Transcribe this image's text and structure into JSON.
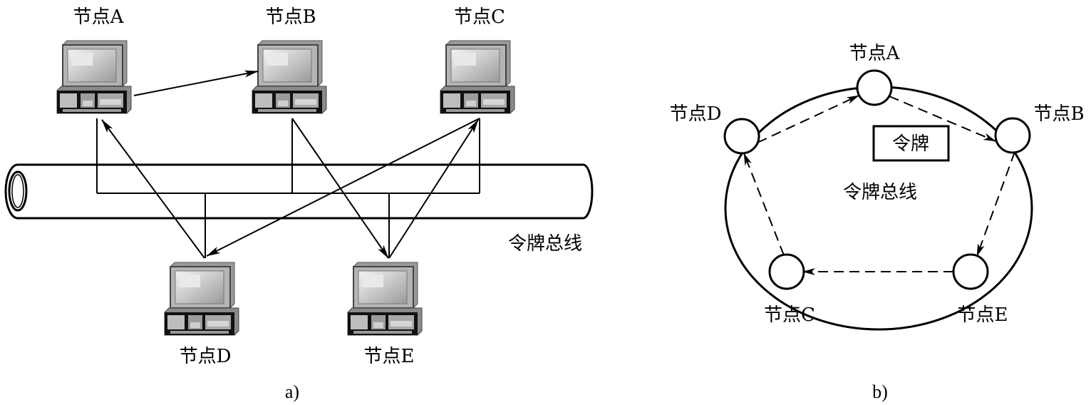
{
  "panel_a": {
    "caption": "a)",
    "bus_label": "令牌总线",
    "nodes": [
      {
        "id": "A",
        "label": "节点A"
      },
      {
        "id": "B",
        "label": "节点B"
      },
      {
        "id": "C",
        "label": "节点C"
      },
      {
        "id": "D",
        "label": "节点D"
      },
      {
        "id": "E",
        "label": "节点E"
      }
    ],
    "token_passing_order": [
      "A",
      "B",
      "E",
      "C",
      "D",
      "A"
    ],
    "icon": "desktop-computer-icon"
  },
  "panel_b": {
    "caption": "b)",
    "ring_label": "令牌总线",
    "token_label": "令牌",
    "nodes": [
      {
        "id": "A",
        "label": "节点A"
      },
      {
        "id": "B",
        "label": "节点B"
      },
      {
        "id": "C",
        "label": "节点C"
      },
      {
        "id": "D",
        "label": "节点D"
      },
      {
        "id": "E",
        "label": "节点E"
      }
    ],
    "logical_ring_order": [
      "A",
      "B",
      "E",
      "C",
      "D",
      "A"
    ]
  }
}
